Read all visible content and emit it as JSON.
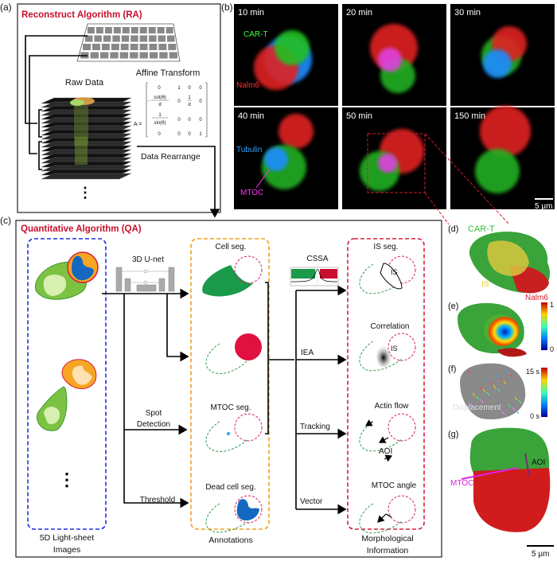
{
  "panel_labels": {
    "a": "(a)",
    "b": "(b)",
    "c": "(c)",
    "d": "(d)",
    "e": "(e)",
    "f": "(f)",
    "g": "(g)"
  },
  "ra": {
    "title": "Reconstruct Algorithm (RA)",
    "raw_data": "Raw Data",
    "affine": "Affine Transform",
    "matrix_label": "A =",
    "matrix": {
      "r1": [
        "0",
        "1",
        "0",
        "0"
      ],
      "r2_num": "cot(θ)",
      "r2_den": "d",
      "r2_sign": "-",
      "r2c2": "0",
      "r2c3_num": "1",
      "r2c3_den": "d",
      "r2c4": "0",
      "r3_num": "1",
      "r3_den": "sin(θ)",
      "r3": [
        "0",
        "0",
        "0"
      ],
      "r4": [
        "0",
        "0",
        "0",
        "1"
      ]
    },
    "rearrange": "Data Rearrange",
    "dots": "⋮"
  },
  "timelapse": {
    "frames": [
      "10 min",
      "20 min",
      "30 min",
      "40 min",
      "50 min",
      "150 min"
    ],
    "cart": "CAR-T",
    "nalm6": "Nalm6",
    "tubulin": "Tubulin",
    "mtoc": "MTOC",
    "scale": "5 µm"
  },
  "qa": {
    "title": "Quantitative Algorithm (QA)",
    "input_label_1": "5D Light-sheet",
    "input_label_2": "Images",
    "dots": "⋮",
    "unet": "3D U-net",
    "spot_1": "Spot",
    "spot_2": "Detection",
    "threshold": "Threshold",
    "annotations": [
      "Cell seg.",
      "MTOC seg.",
      "Dead cell seg."
    ],
    "annotations_label": "Annotations",
    "cssa": "CSSA",
    "iea": "IEA",
    "tracking": "Tracking",
    "vector": "Vector",
    "outputs": [
      "IS seg.",
      "Correlation",
      "Actin flow",
      "MTOC angle"
    ],
    "is": "IS",
    "aoi": "AOI",
    "morph_label_1": "Morphological",
    "morph_label_2": "Information"
  },
  "renders": {
    "d_cart": "CAR-T",
    "d_is": "IS",
    "d_nalm6": "Nalm6",
    "e_max": "1",
    "e_min": "0",
    "f_label": "Displacement",
    "f_max": "15 s",
    "f_min": "0 s",
    "g_mtoc": "MTOC",
    "g_aoi": "AOI",
    "g_scale": "5 µm"
  },
  "colors": {
    "title_red": "#c8102e",
    "cart_green": "#1fa84a",
    "nalm6_red": "#d01c2c",
    "tubulin_blue": "#1e90ff",
    "mtoc_magenta": "#e020e0",
    "box_blue": "#1f2fe0",
    "box_orange": "#f0a020",
    "box_red": "#d81e3c"
  }
}
